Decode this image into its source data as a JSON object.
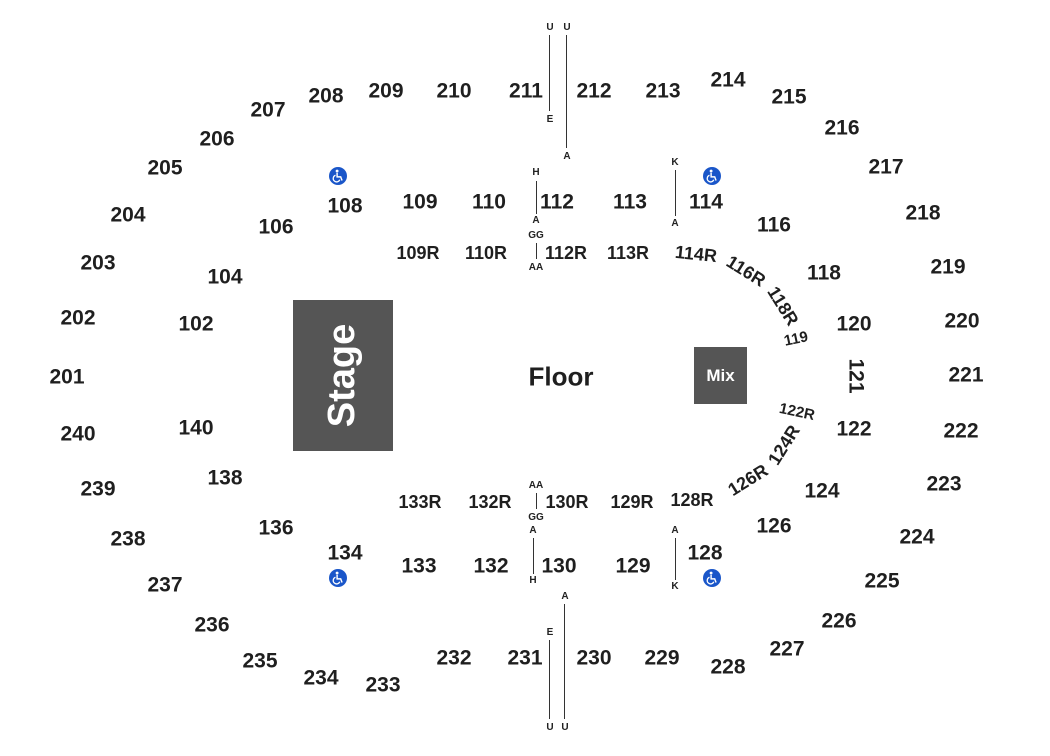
{
  "venue": {
    "stage_label": "Stage",
    "floor_label": "Floor",
    "mix_label": "Mix"
  },
  "colors": {
    "label_text": "#1f1f1f",
    "stage_fill": "#555555",
    "mix_fill": "#555555",
    "accessible_icon": "#1a56c9"
  },
  "accessible_icon_name": "wheelchair-icon",
  "sections_upper": [
    "201",
    "202",
    "203",
    "204",
    "205",
    "206",
    "207",
    "208",
    "209",
    "210",
    "211",
    "212",
    "213",
    "214",
    "215",
    "216",
    "217",
    "218",
    "219",
    "220",
    "221",
    "222",
    "223",
    "224",
    "225",
    "226",
    "227",
    "228",
    "229",
    "230",
    "231",
    "232",
    "233",
    "234",
    "235",
    "236",
    "237",
    "238",
    "239",
    "240"
  ],
  "sections_lower": [
    "102",
    "104",
    "106",
    "108",
    "109",
    "110",
    "112",
    "113",
    "114",
    "116",
    "118",
    "119",
    "120",
    "121",
    "122",
    "124",
    "126",
    "128",
    "129",
    "130",
    "132",
    "133",
    "134",
    "136",
    "138",
    "140"
  ],
  "sections_riser": [
    "109R",
    "110R",
    "112R",
    "113R",
    "114R",
    "116R",
    "118R",
    "122R",
    "124R",
    "126R",
    "128R",
    "129R",
    "130R",
    "132R",
    "133R"
  ],
  "row_markers": [
    "U",
    "U",
    "E",
    "A",
    "H",
    "A",
    "GG",
    "AA",
    "K",
    "A",
    "AA",
    "GG",
    "A",
    "H",
    "A",
    "K",
    "A",
    "E",
    "U",
    "U"
  ]
}
